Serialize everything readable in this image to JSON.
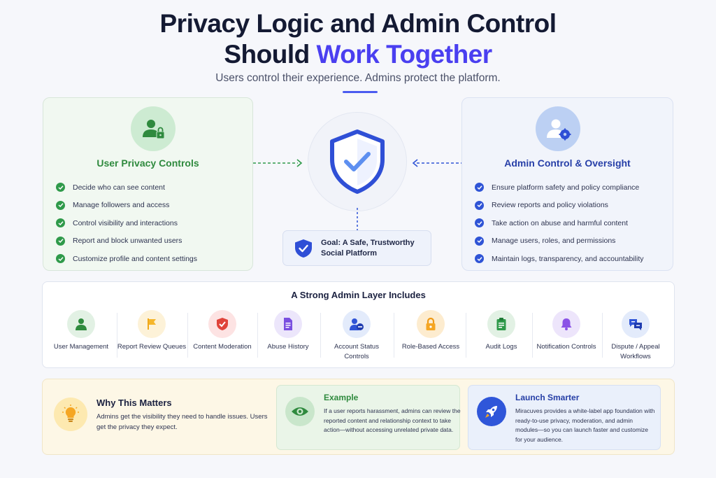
{
  "header": {
    "title_line1": "Privacy Logic and Admin Control",
    "title_line2_plain": "Should ",
    "title_line2_accent": "Work Together",
    "subtitle": "Users control their experience. Admins protect the platform."
  },
  "user_panel": {
    "title": "User Privacy Controls",
    "items": [
      "Decide who can see content",
      "Manage followers and access",
      "Control visibility and interactions",
      "Report and block unwanted users",
      "Customize profile and content settings"
    ]
  },
  "admin_panel": {
    "title": "Admin Control & Oversight",
    "items": [
      "Ensure platform safety and policy compliance",
      "Review reports and policy violations",
      "Take action on abuse and harmful content",
      "Manage users, roles, and permissions",
      "Maintain logs, transparency, and accountability"
    ]
  },
  "goal": {
    "text": "Goal: A Safe, Trustworthy Social Platform"
  },
  "admin_layer": {
    "title": "A Strong Admin Layer Includes",
    "items": [
      {
        "label": "User Management",
        "icon": "user-icon"
      },
      {
        "label": "Report Review Queues",
        "icon": "flag-icon"
      },
      {
        "label": "Content Moderation",
        "icon": "shield-check-icon"
      },
      {
        "label": "Abuse History",
        "icon": "document-icon"
      },
      {
        "label": "Account Status Controls",
        "icon": "user-minus-icon"
      },
      {
        "label": "Role-Based Access",
        "icon": "lock-icon"
      },
      {
        "label": "Audit Logs",
        "icon": "clipboard-icon"
      },
      {
        "label": "Notification Controls",
        "icon": "bell-icon"
      },
      {
        "label": "Dispute / Appeal Workflows",
        "icon": "chat-bubbles-icon"
      }
    ]
  },
  "why": {
    "title": "Why This Matters",
    "text": "Admins get the visibility they need to handle issues. Users get the privacy they expect."
  },
  "example": {
    "title": "Example",
    "text": "If a user reports harassment, admins can review the reported content and relationship context to take action—without accessing unrelated private data."
  },
  "launch": {
    "title": "Launch Smarter",
    "text": "Miracuves provides a white-label app foundation with ready-to-use privacy, moderation, and admin modules—so you can launch faster and customize for your audience."
  },
  "colors": {
    "accent": "#4a3ff0",
    "user_green": "#2f8a3e",
    "admin_blue": "#273fa8"
  }
}
